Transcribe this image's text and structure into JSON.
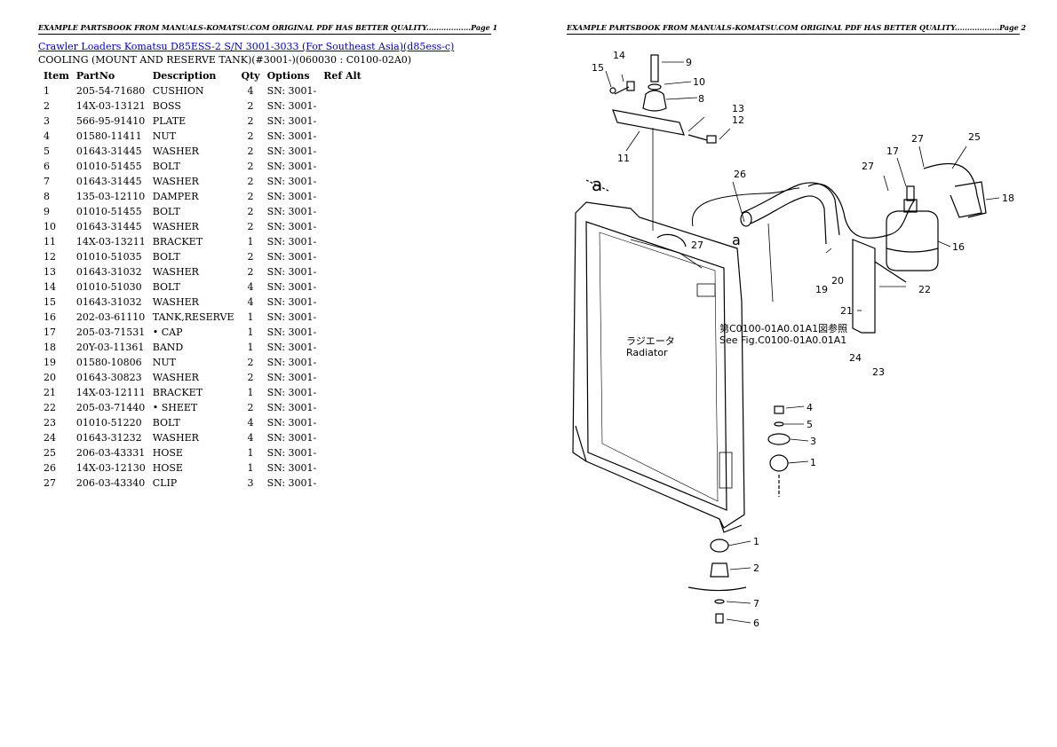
{
  "header": {
    "page1": "EXAMPLE PARTSBOOK FROM MANUALS-KOMATSU.COM ORIGINAL PDF HAS BETTER QUALITY..................Page 1",
    "page2": "EXAMPLE PARTSBOOK FROM MANUALS-KOMATSU.COM ORIGINAL PDF HAS BETTER QUALITY..................Page 2"
  },
  "breadcrumb": "Crawler Loaders Komatsu D85ESS-2 S/N 3001-3033 (For Southeast Asia)(d85ess-c)",
  "subtitle": "COOLING (MOUNT AND RESERVE TANK)(#3001-)(060030 : C0100-02A0)",
  "table": {
    "headers": [
      "Item",
      "PartNo",
      "Description",
      "Qty",
      "Options",
      "Ref Alt"
    ],
    "rows": [
      [
        "1",
        "205-54-71680",
        "CUSHION",
        "4",
        "SN: 3001-"
      ],
      [
        "2",
        "14X-03-13121",
        "BOSS",
        "2",
        "SN: 3001-"
      ],
      [
        "3",
        "566-95-91410",
        "PLATE",
        "2",
        "SN: 3001-"
      ],
      [
        "4",
        "01580-11411",
        "NUT",
        "2",
        "SN: 3001-"
      ],
      [
        "5",
        "01643-31445",
        "WASHER",
        "2",
        "SN: 3001-"
      ],
      [
        "6",
        "01010-51455",
        "BOLT",
        "2",
        "SN: 3001-"
      ],
      [
        "7",
        "01643-31445",
        "WASHER",
        "2",
        "SN: 3001-"
      ],
      [
        "8",
        "135-03-12110",
        "DAMPER",
        "2",
        "SN: 3001-"
      ],
      [
        "9",
        "01010-51455",
        "BOLT",
        "2",
        "SN: 3001-"
      ],
      [
        "10",
        "01643-31445",
        "WASHER",
        "2",
        "SN: 3001-"
      ],
      [
        "11",
        "14X-03-13211",
        "BRACKET",
        "1",
        "SN: 3001-"
      ],
      [
        "12",
        "01010-51035",
        "BOLT",
        "2",
        "SN: 3001-"
      ],
      [
        "13",
        "01643-31032",
        "WASHER",
        "2",
        "SN: 3001-"
      ],
      [
        "14",
        "01010-51030",
        "BOLT",
        "4",
        "SN: 3001-"
      ],
      [
        "15",
        "01643-31032",
        "WASHER",
        "4",
        "SN: 3001-"
      ],
      [
        "16",
        "202-03-61110",
        "TANK,RESERVE",
        "1",
        "SN: 3001-"
      ],
      [
        "17",
        "205-03-71531",
        "• CAP",
        "1",
        "SN: 3001-"
      ],
      [
        "18",
        "20Y-03-11361",
        "BAND",
        "1",
        "SN: 3001-"
      ],
      [
        "19",
        "01580-10806",
        "NUT",
        "2",
        "SN: 3001-"
      ],
      [
        "20",
        "01643-30823",
        "WASHER",
        "2",
        "SN: 3001-"
      ],
      [
        "21",
        "14X-03-12111",
        "BRACKET",
        "1",
        "SN: 3001-"
      ],
      [
        "22",
        "205-03-71440",
        "• SHEET",
        "2",
        "SN: 3001-"
      ],
      [
        "23",
        "01010-51220",
        "BOLT",
        "4",
        "SN: 3001-"
      ],
      [
        "24",
        "01643-31232",
        "WASHER",
        "4",
        "SN: 3001-"
      ],
      [
        "25",
        "206-03-43331",
        "HOSE",
        "1",
        "SN: 3001-"
      ],
      [
        "26",
        "14X-03-12130",
        "HOSE",
        "1",
        "SN: 3001-"
      ],
      [
        "27",
        "206-03-43340",
        "CLIP",
        "3",
        "SN: 3001-"
      ]
    ]
  },
  "diagram": {
    "radiator_jp": "ラジエータ",
    "radiator_en": "Radiator",
    "ref_jp": "第C0100-01A0.01A1図参照",
    "ref_en": "See Fig.C0100-01A0.01A1",
    "view_marker": "a"
  }
}
